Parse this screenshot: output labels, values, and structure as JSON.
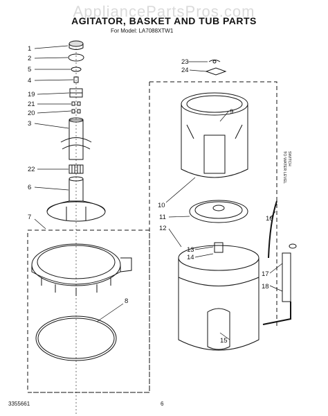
{
  "watermark": "AppliancePartsPros.com",
  "title": "AGITATOR, BASKET AND TUB PARTS",
  "model": "For Model: LA7088XTW1",
  "footer_left": "3355661",
  "footer_page": "6",
  "switch_label_line1": "TO WATER LEVEL",
  "switch_label_line2": "SWITCH",
  "callouts": [
    "1",
    "2",
    "5",
    "4",
    "19",
    "21",
    "20",
    "3",
    "22",
    "6",
    "7",
    "8",
    "23",
    "24",
    "9",
    "10",
    "11",
    "12",
    "13",
    "14",
    "16",
    "17",
    "18",
    "15"
  ]
}
